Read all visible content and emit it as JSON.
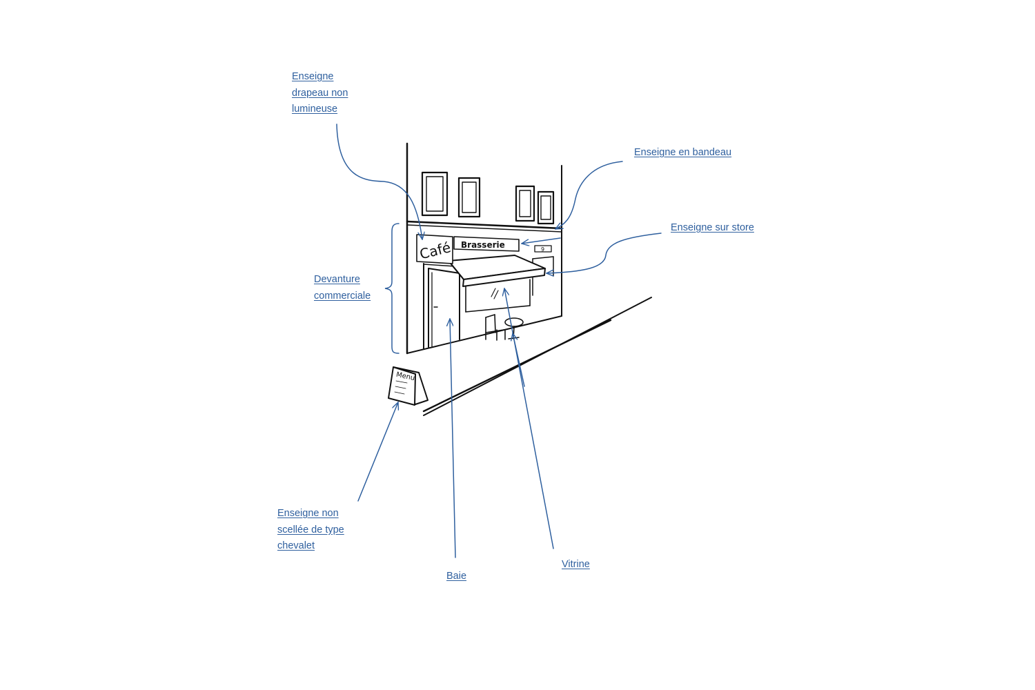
{
  "labels": {
    "flag_sign": [
      "Enseigne",
      "drapeau non",
      "lumineuse"
    ],
    "band_sign": [
      "Enseigne en bandeau"
    ],
    "awning_sign": [
      "Enseigne sur store"
    ],
    "shopfront": [
      "Devanture",
      "commerciale"
    ],
    "easel_sign": [
      "Enseigne non",
      "scellée de type",
      "chevalet"
    ],
    "bay": [
      "Baie"
    ],
    "window": [
      "Vitrine"
    ]
  },
  "drawing": {
    "cafe_sign_text": "Café",
    "brasserie_sign_text": "Brasserie",
    "menu_board_text": "Menu",
    "house_number": "9"
  },
  "colors": {
    "annotation": "#2e5f9e",
    "ink": "#111111",
    "background": "#ffffff"
  }
}
